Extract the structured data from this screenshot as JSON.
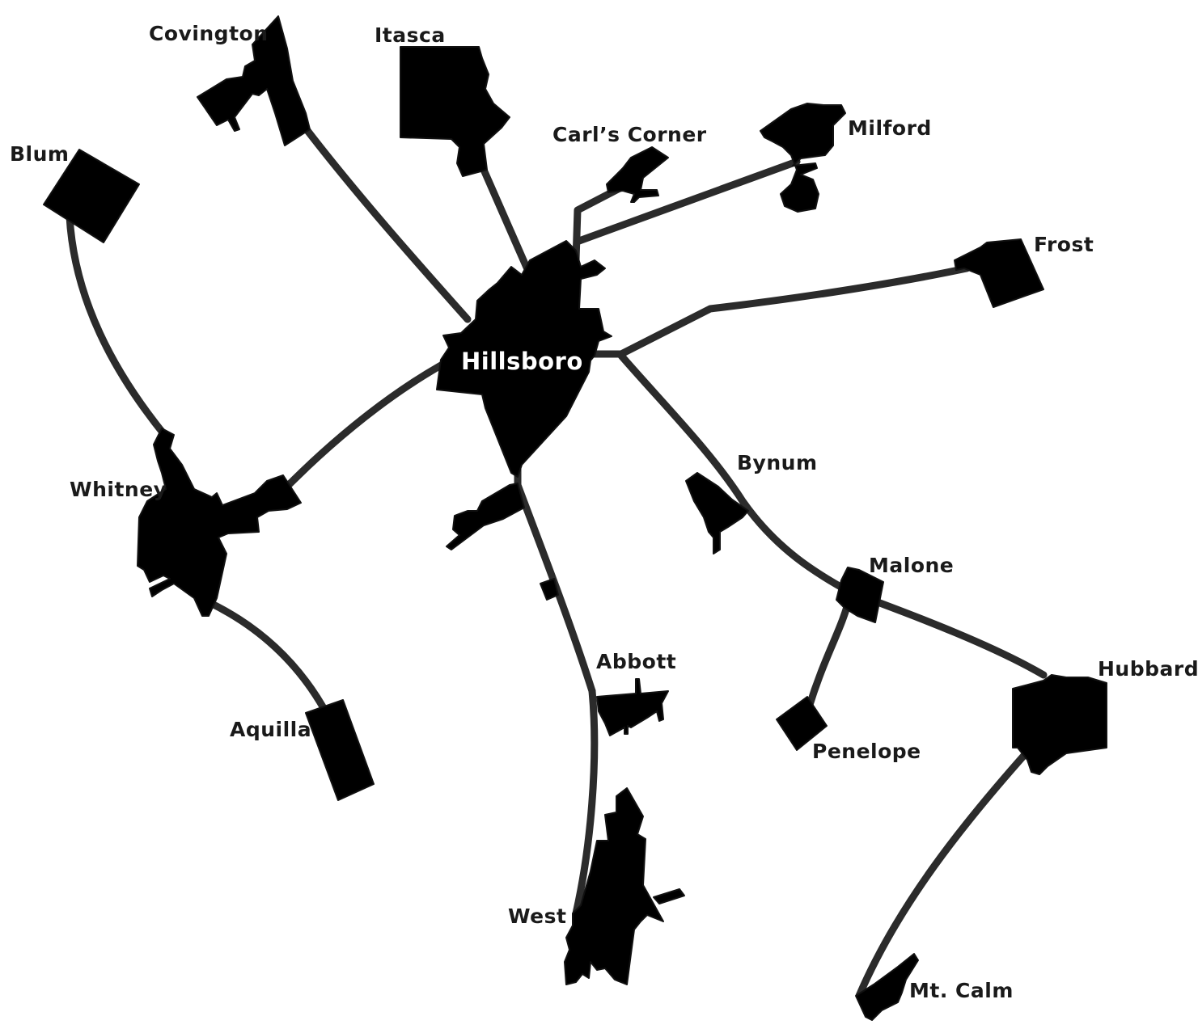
{
  "map": {
    "towns": {
      "hillsboro": "Hillsboro",
      "covington": "Covington",
      "itasca": "Itasca",
      "carls_corner": "Carl’s Corner",
      "milford": "Milford",
      "blum": "Blum",
      "frost": "Frost",
      "whitney": "Whitney",
      "bynum": "Bynum",
      "malone": "Malone",
      "abbott": "Abbott",
      "hubbard": "Hubbard",
      "aquilla": "Aquilla",
      "penelope": "Penelope",
      "west": "West",
      "mt_calm": "Mt. Calm"
    },
    "colors": {
      "town_fill": "#000000",
      "road": "#2b2b2b",
      "background": "#ffffff"
    }
  }
}
